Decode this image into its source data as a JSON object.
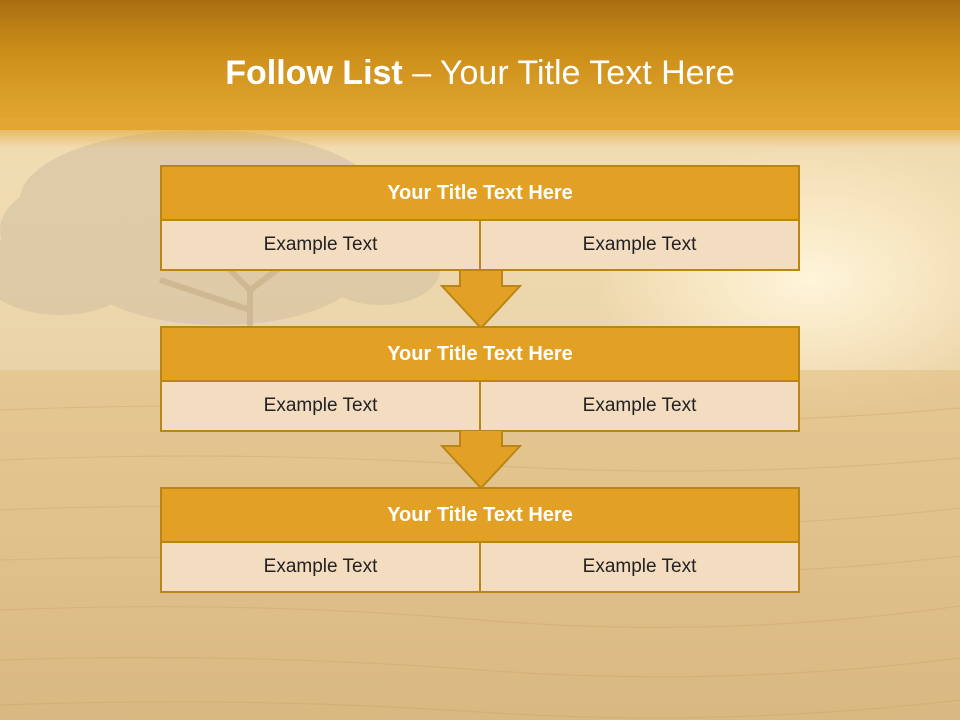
{
  "title": {
    "bold": "Follow List",
    "rest": " – Your Title Text Here"
  },
  "steps": [
    {
      "title": "Your Title Text Here",
      "left": "Example Text",
      "right": "Example Text"
    },
    {
      "title": "Your Title Text Here",
      "left": "Example Text",
      "right": "Example Text"
    },
    {
      "title": "Your Title Text Here",
      "left": "Example Text",
      "right": "Example Text"
    }
  ],
  "colors": {
    "header": "#e2a124",
    "border": "#b98616",
    "cell": "#f4dcc0",
    "band": "#c88b17"
  }
}
